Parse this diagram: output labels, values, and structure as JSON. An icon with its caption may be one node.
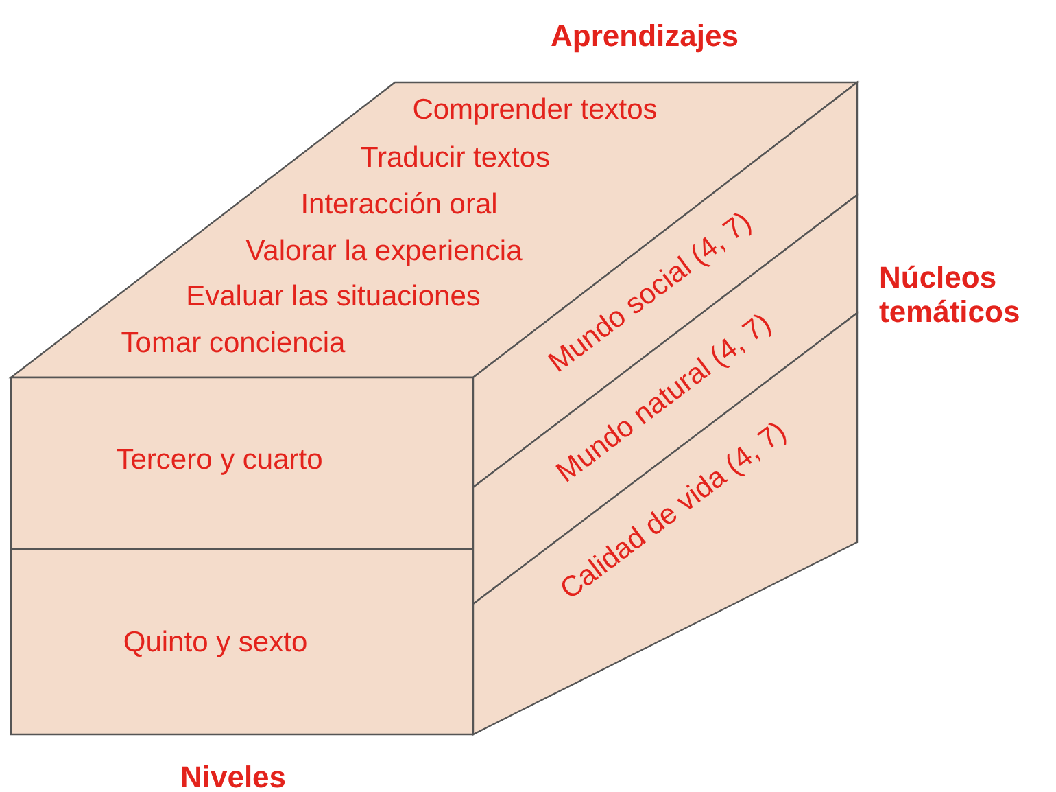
{
  "diagram": {
    "nodes": [
      {
        "text": [
          "Comprender textos",
          "Traducir textos",
          "Interacción oral",
          "Valorar la experiencia",
          "Evaluar las situaciones",
          "Tomar conciencia"
        ]
      },
      {
        "text": [
          "Tercero y cuarto"
        ]
      },
      {
        "text": [
          "Quinto y sexto"
        ]
      },
      {
        "text": [
          "Mundo social (4, 7)"
        ]
      },
      {
        "text": [
          "Mundo natural (4, 7)"
        ]
      },
      {
        "text": [
          "Calidad de vida (4, 7)"
        ]
      }
    ],
    "labels": [
      "Aprendizajes",
      "Núcleos temáticos",
      "Niveles"
    ]
  }
}
